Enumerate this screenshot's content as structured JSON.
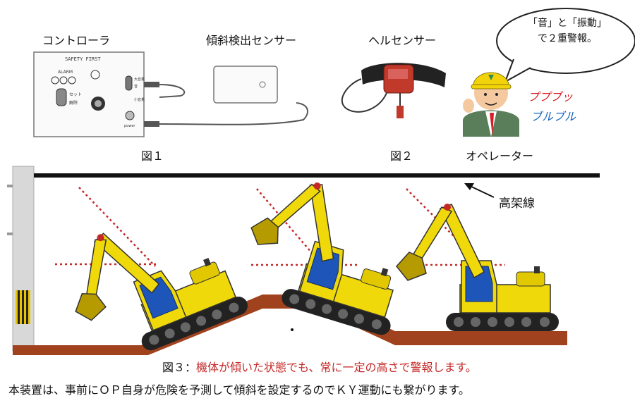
{
  "labels": {
    "controller": "コントローラ",
    "tilt_sensor": "傾斜検出センサー",
    "helmet_sensor": "ヘルセンサー",
    "operator": "オペレーター",
    "overhead_line": "高架線",
    "fig1": "図１",
    "fig2": "図２"
  },
  "controller_panel": {
    "title": "SAFETY FIRST",
    "alarm": "ALARM",
    "set_label": "セット",
    "release_label": "解除",
    "mode_large": "大音量",
    "mode_sound": "音",
    "mode_small": "小音量",
    "power": "power"
  },
  "speech_bubble": {
    "line1": "「音」と「振動」",
    "line2": "で２重警報。"
  },
  "sounds": {
    "beep": "ププブッ",
    "vibrate": "ブルブル"
  },
  "caption": {
    "prefix": "図３：",
    "text": "機体が傾いた状態でも、常に一定の高さで警報します。"
  },
  "footer_note": "本装置は、事前にＯＰ自身が危険を予測して傾斜を設定するのでＫＹ運動にも繋がります。",
  "colors": {
    "ground": "#a0421e",
    "excavator_body": "#f0d90a",
    "cab_glass": "#1e55b8",
    "dotted_line": "#c62828",
    "overhead_line": "#111111"
  }
}
